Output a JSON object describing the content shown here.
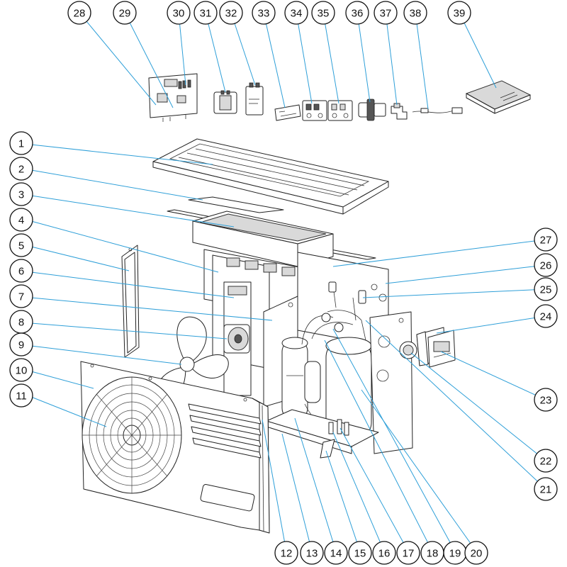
{
  "diagram": {
    "callouts": [
      {
        "num": "1"
      },
      {
        "num": "2"
      },
      {
        "num": "3"
      },
      {
        "num": "4"
      },
      {
        "num": "5"
      },
      {
        "num": "6"
      },
      {
        "num": "7"
      },
      {
        "num": "8"
      },
      {
        "num": "9"
      },
      {
        "num": "10"
      },
      {
        "num": "11"
      },
      {
        "num": "12"
      },
      {
        "num": "13"
      },
      {
        "num": "14"
      },
      {
        "num": "15"
      },
      {
        "num": "16"
      },
      {
        "num": "17"
      },
      {
        "num": "18"
      },
      {
        "num": "19"
      },
      {
        "num": "20"
      },
      {
        "num": "21"
      },
      {
        "num": "22"
      },
      {
        "num": "23"
      },
      {
        "num": "24"
      },
      {
        "num": "25"
      },
      {
        "num": "26"
      },
      {
        "num": "27"
      },
      {
        "num": "28"
      },
      {
        "num": "29"
      },
      {
        "num": "30"
      },
      {
        "num": "31"
      },
      {
        "num": "32"
      },
      {
        "num": "33"
      },
      {
        "num": "34"
      },
      {
        "num": "35"
      },
      {
        "num": "36"
      },
      {
        "num": "37"
      },
      {
        "num": "38"
      },
      {
        "num": "39"
      }
    ]
  },
  "colors": {
    "leader_line": "#2e9fd8",
    "outline": "#222222"
  }
}
